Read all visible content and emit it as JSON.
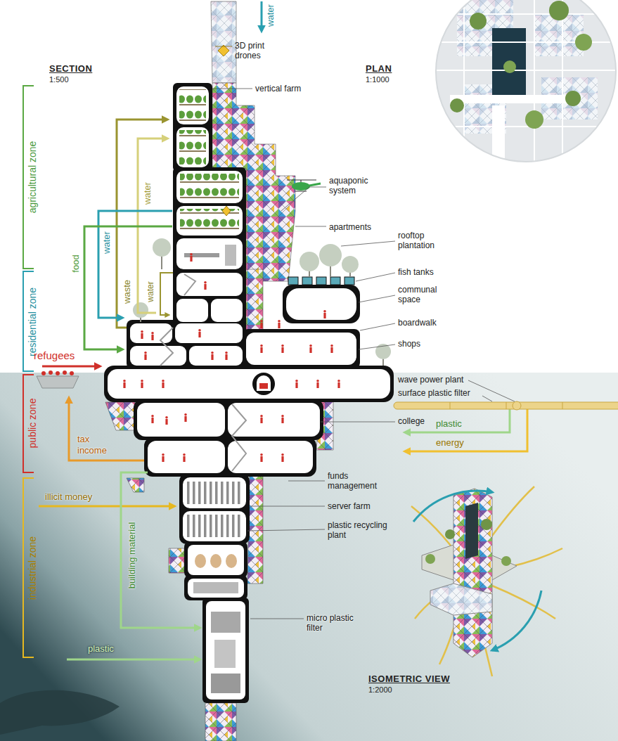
{
  "diagram": {
    "labels": [
      "water",
      "SECTION",
      "1:500",
      "PLAN",
      "1:1000",
      "3D print drones",
      "vertical farm",
      "agricultural zone",
      "water",
      "aquaponic system",
      "apartments",
      "food",
      "water",
      "rooftop plantation",
      "fish tanks",
      "waste",
      "water",
      "communal space",
      "residential zone",
      "boardwalk",
      "shops",
      "refugees",
      "wave power plant",
      "surface plastic filter",
      "public zone",
      "college",
      "plastic",
      "energy",
      "tax income",
      "funds management",
      "industrial zone",
      "illicit money",
      "server farm",
      "building material",
      "plastic recycling plant",
      "micro plastic filter",
      "plastic",
      "ISOMETRIC VIEW",
      "1:2000"
    ]
  }
}
